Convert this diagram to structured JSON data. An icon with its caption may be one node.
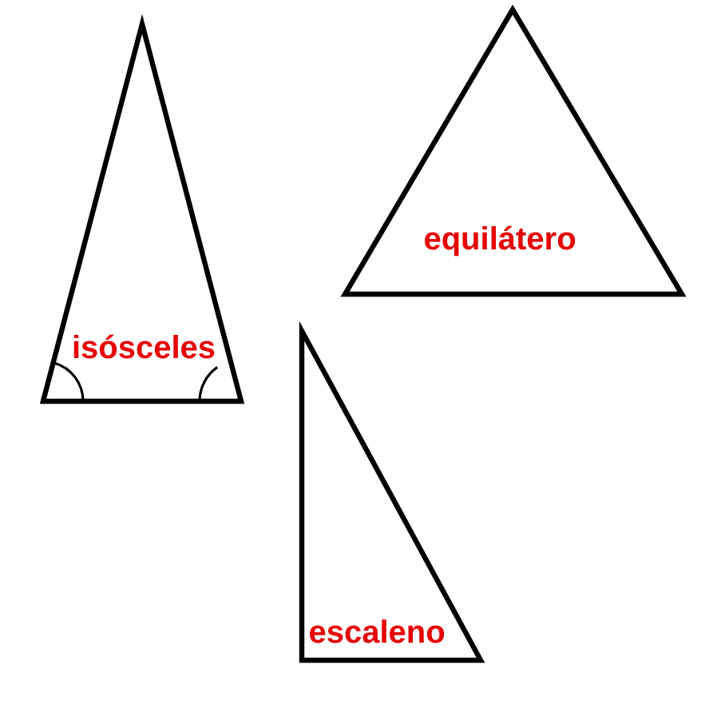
{
  "diagram": {
    "nodes": [
      {
        "text": [
          "isósceles"
        ]
      },
      {
        "text": [
          "equilátero"
        ]
      },
      {
        "text": [
          "escaleno"
        ]
      }
    ]
  }
}
